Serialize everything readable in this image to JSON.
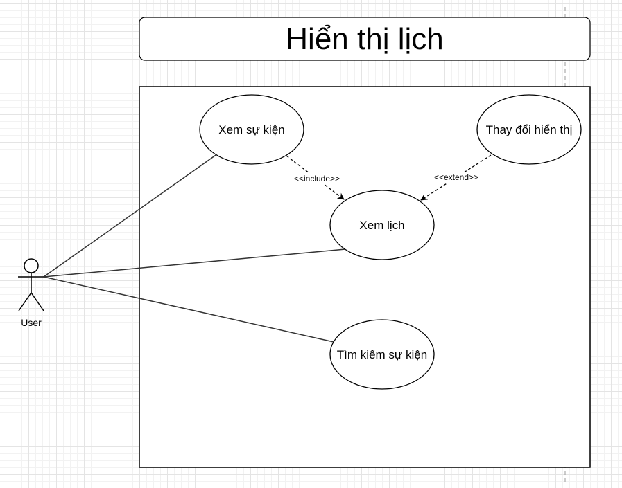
{
  "diagram": {
    "title": "Hiển thị lịch",
    "actor": {
      "label": "User"
    },
    "use_cases": {
      "view_events": "Xem sự kiện",
      "change_display": "Thay đổi hiển thị",
      "view_calendar": "Xem lịch",
      "search_events": "Tìm kiếm sự kiện"
    },
    "relations": {
      "include_label": "<<include>>",
      "extend_label": "<<extend>>"
    },
    "colors": {
      "stroke": "#000000",
      "association_line": "#333333",
      "fill": "#ffffff"
    }
  }
}
